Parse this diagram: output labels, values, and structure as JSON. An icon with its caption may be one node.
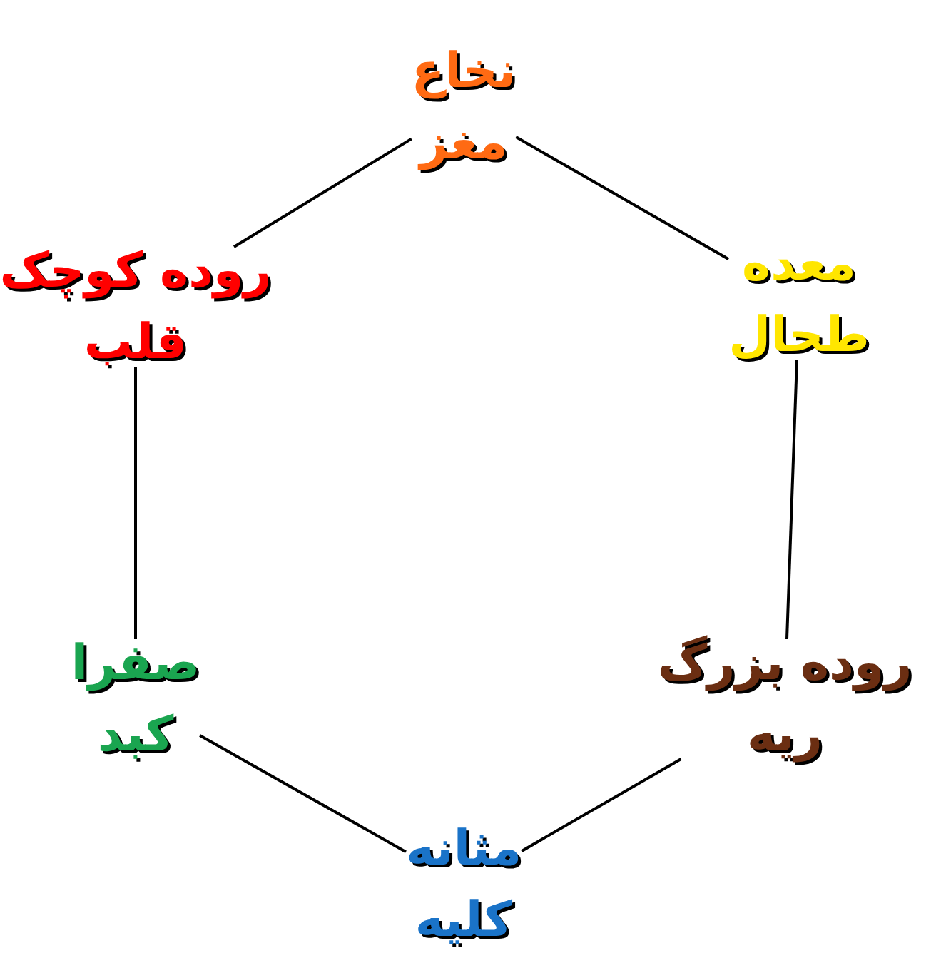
{
  "diagram": {
    "nodes": [
      {
        "text": [
          "نخاع",
          "مغز"
        ]
      },
      {
        "text": [
          "معده",
          "طحال"
        ]
      },
      {
        "text": [
          "روده بزرگ",
          "ریه"
        ]
      },
      {
        "text": [
          "مثانه",
          "کلیه"
        ]
      },
      {
        "text": [
          "صفرا",
          "کبد"
        ]
      },
      {
        "text": [
          "روده کوچک",
          "قلب"
        ]
      }
    ],
    "edges": [
      {
        "from": 0,
        "to": 1,
        "arrow": "none"
      },
      {
        "from": 1,
        "to": 2,
        "arrow": "none"
      },
      {
        "from": 2,
        "to": 3,
        "arrow": "none"
      },
      {
        "from": 3,
        "to": 4,
        "arrow": "none"
      },
      {
        "from": 4,
        "to": 5,
        "arrow": "none"
      },
      {
        "from": 5,
        "to": 0,
        "arrow": "none"
      }
    ]
  }
}
